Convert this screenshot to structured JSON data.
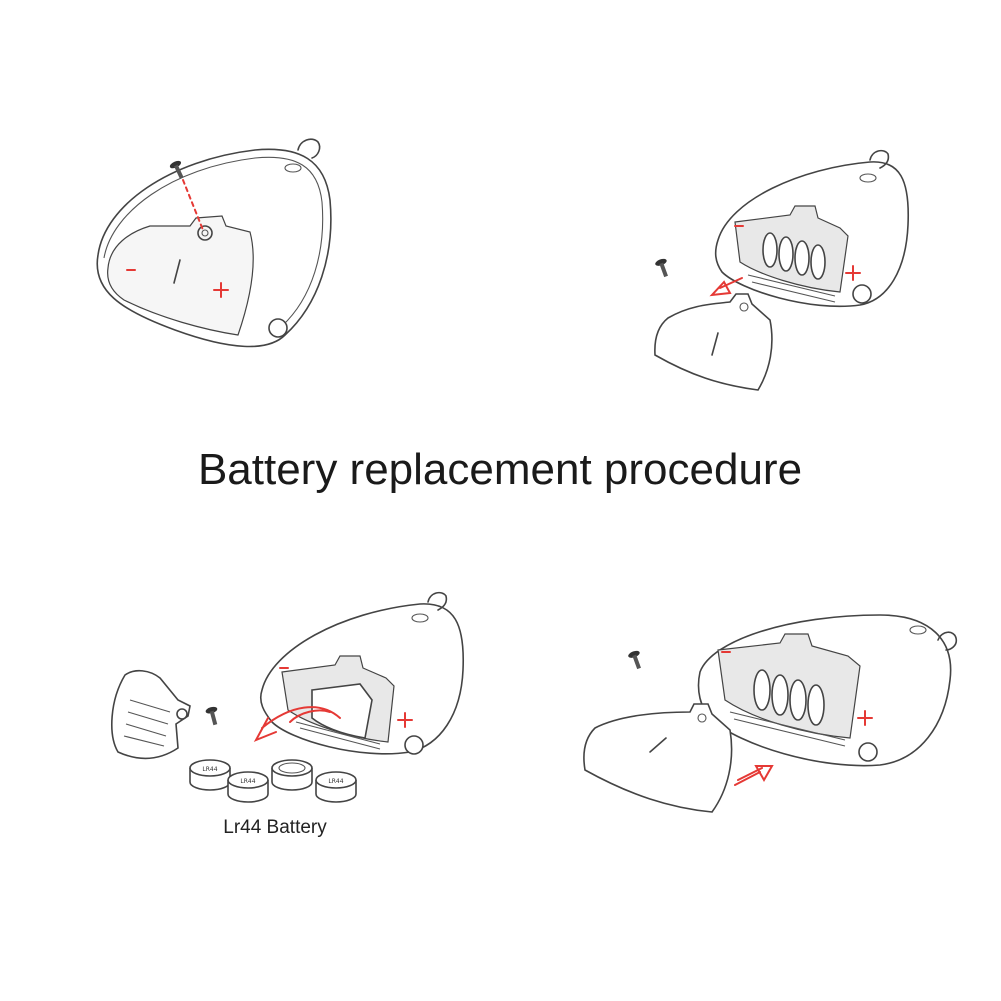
{
  "title": "Battery replacement procedure",
  "battery_caption": "Lr44 Battery",
  "coin_label": "LR44",
  "polarity": {
    "minus": "–",
    "plus": "+"
  },
  "colors": {
    "accent": "#e53935",
    "line": "#444444",
    "background": "#ffffff"
  },
  "steps": [
    {
      "name": "step-remove-screw"
    },
    {
      "name": "step-remove-cover"
    },
    {
      "name": "step-replace-batteries"
    },
    {
      "name": "step-refit-cover"
    }
  ]
}
